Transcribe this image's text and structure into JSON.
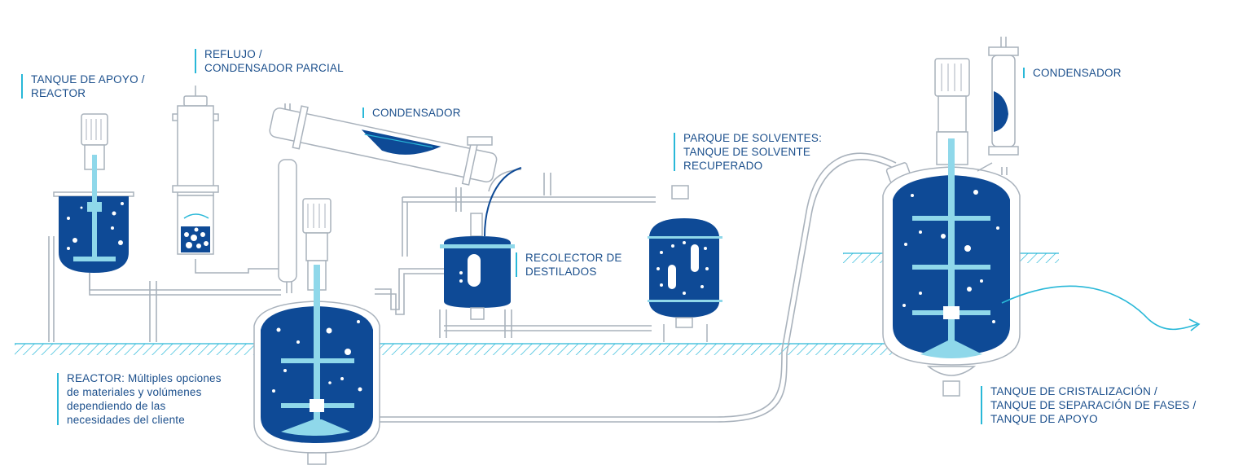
{
  "colors": {
    "vessel_fill": "#0e4a96",
    "accent": "#29b8d8",
    "outline": "#a9b2bc",
    "text": "#1b4f8c"
  },
  "labels": {
    "support_reactor": {
      "line1": "TANQUE DE APOYO /",
      "line2": "REACTOR"
    },
    "reflux": {
      "line1": "REFLUJO /",
      "line2": "CONDENSADOR PARCIAL"
    },
    "condenser_main": {
      "line1": "CONDENSADOR"
    },
    "solvent_park": {
      "line1": "PARQUE DE SOLVENTES:",
      "line2": "TANQUE DE SOLVENTE",
      "line3": "RECUPERADO"
    },
    "distillate_collector": {
      "line1": "RECOLECTOR DE",
      "line2": "DESTILADOS"
    },
    "condenser_right": {
      "line1": "CONDENSADOR"
    },
    "reactor": {
      "line1": "REACTOR: Múltiples opciones",
      "line2": "de materiales y volúmenes",
      "line3": "dependiendo de las",
      "line4": "necesidades del cliente"
    },
    "crystallization": {
      "line1": "TANQUE DE CRISTALIZACIÓN /",
      "line2": "TANQUE DE SEPARACIÓN DE FASES /",
      "line3": "TANQUE DE APOYO"
    }
  },
  "icons": [
    "motor-icon",
    "vessel-icon",
    "agitator-icon",
    "condenser-icon",
    "outflow-arrow-icon",
    "ground-hatch-icon"
  ]
}
